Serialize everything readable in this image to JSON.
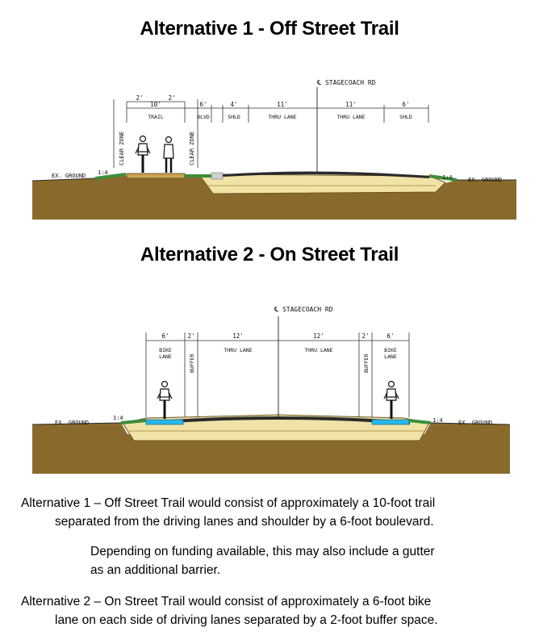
{
  "alt1": {
    "title": "Alternative 1 - Off Street Trail",
    "centerline": "℄ STAGECOACH RD",
    "top_dims": [
      "2'",
      "2'"
    ],
    "dims": [
      "10'",
      "6'",
      "4'",
      "11'",
      "11'",
      "6'"
    ],
    "labels": [
      "TRAIL",
      "BLVD",
      "SHLD",
      "THRU LANE",
      "THRU LANE",
      "SHLD"
    ],
    "clear_zone": "CLEAR ZONE",
    "ground_left": "EX. GROUND",
    "ground_right": "EX. GROUND",
    "slope": "1:4"
  },
  "alt2": {
    "title": "Alternative 2 - On Street Trail",
    "centerline": "℄ STAGECOACH RD",
    "dims": [
      "6'",
      "2'",
      "12'",
      "12'",
      "2'",
      "6'"
    ],
    "bike_lane_l1": "BIKE",
    "bike_lane_l2": "LANE",
    "buffer": "BUFFER",
    "thru_lane": "THRU LANE",
    "ground_left": "EX. GROUND",
    "ground_right": "EX. GROUND",
    "slope": "1:4"
  },
  "descriptions": {
    "alt1_line1": "Alternative 1 – Off Street Trail would consist of approximately a 10-foot trail",
    "alt1_line2": "separated from the driving lanes and shoulder by a 6-foot boulevard.",
    "alt1_note_line1": "Depending on funding available, this may also include a gutter",
    "alt1_note_line2": "as an additional barrier.",
    "alt2_line1": "Alternative 2 – On Street Trail would consist of approximately a 6-foot bike",
    "alt2_line2": "lane on each side of driving lanes separated by a 2-foot buffer space."
  },
  "colors": {
    "soil": "#8a6a2c",
    "base": "#f1e3a8",
    "pavement": "#2b2b2b",
    "grass": "#3c8f3a",
    "bike_lane": "#27b7ea"
  }
}
